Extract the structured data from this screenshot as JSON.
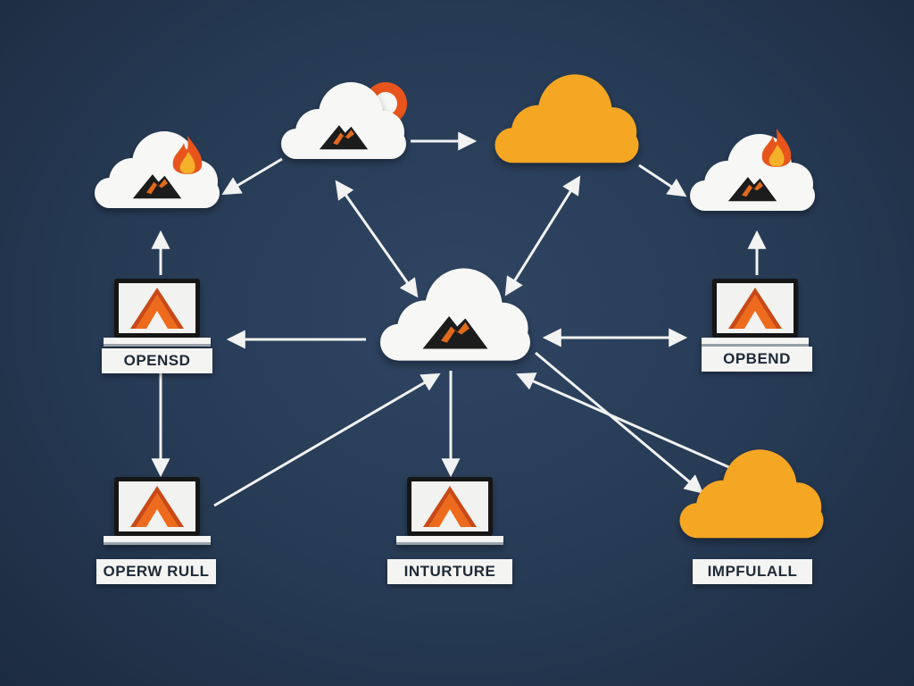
{
  "labels": {
    "opensd": "OPENSD",
    "opbend": "OPBEND",
    "openwrull": "OPERW RULL",
    "inturture": "INTURTURE",
    "impfulall": "IMPFULALL"
  },
  "colors": {
    "background": "#263a54",
    "cloud_white": "#f7f7f5",
    "cloud_orange": "#f5a623",
    "flame_outer": "#e8551c",
    "flame_inner": "#f6b12b",
    "mountain": "#1f1f1f",
    "mountain_accent": "#e06a1d",
    "tent_orange": "#ee6a1f",
    "arrow": "#f2f2f2",
    "ring": "#e8551c"
  },
  "icons": [
    "cloud-icon",
    "mountain-icon",
    "flame-icon",
    "laptop-icon",
    "tent-logo-icon",
    "ring-icon",
    "arrow-icon"
  ]
}
